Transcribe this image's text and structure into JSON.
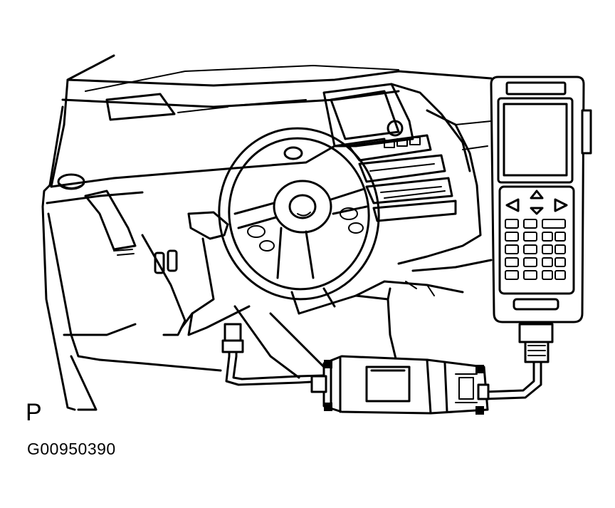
{
  "figure": {
    "view_label": "P",
    "figure_id": "G00950390"
  },
  "icons": {
    "dashboard": "dashboard-illustration",
    "steering_wheel": "steering-wheel-icon",
    "tester": "handheld-tester-icon",
    "interface_box": "interface-module-icon",
    "cable": "cable-icon"
  }
}
